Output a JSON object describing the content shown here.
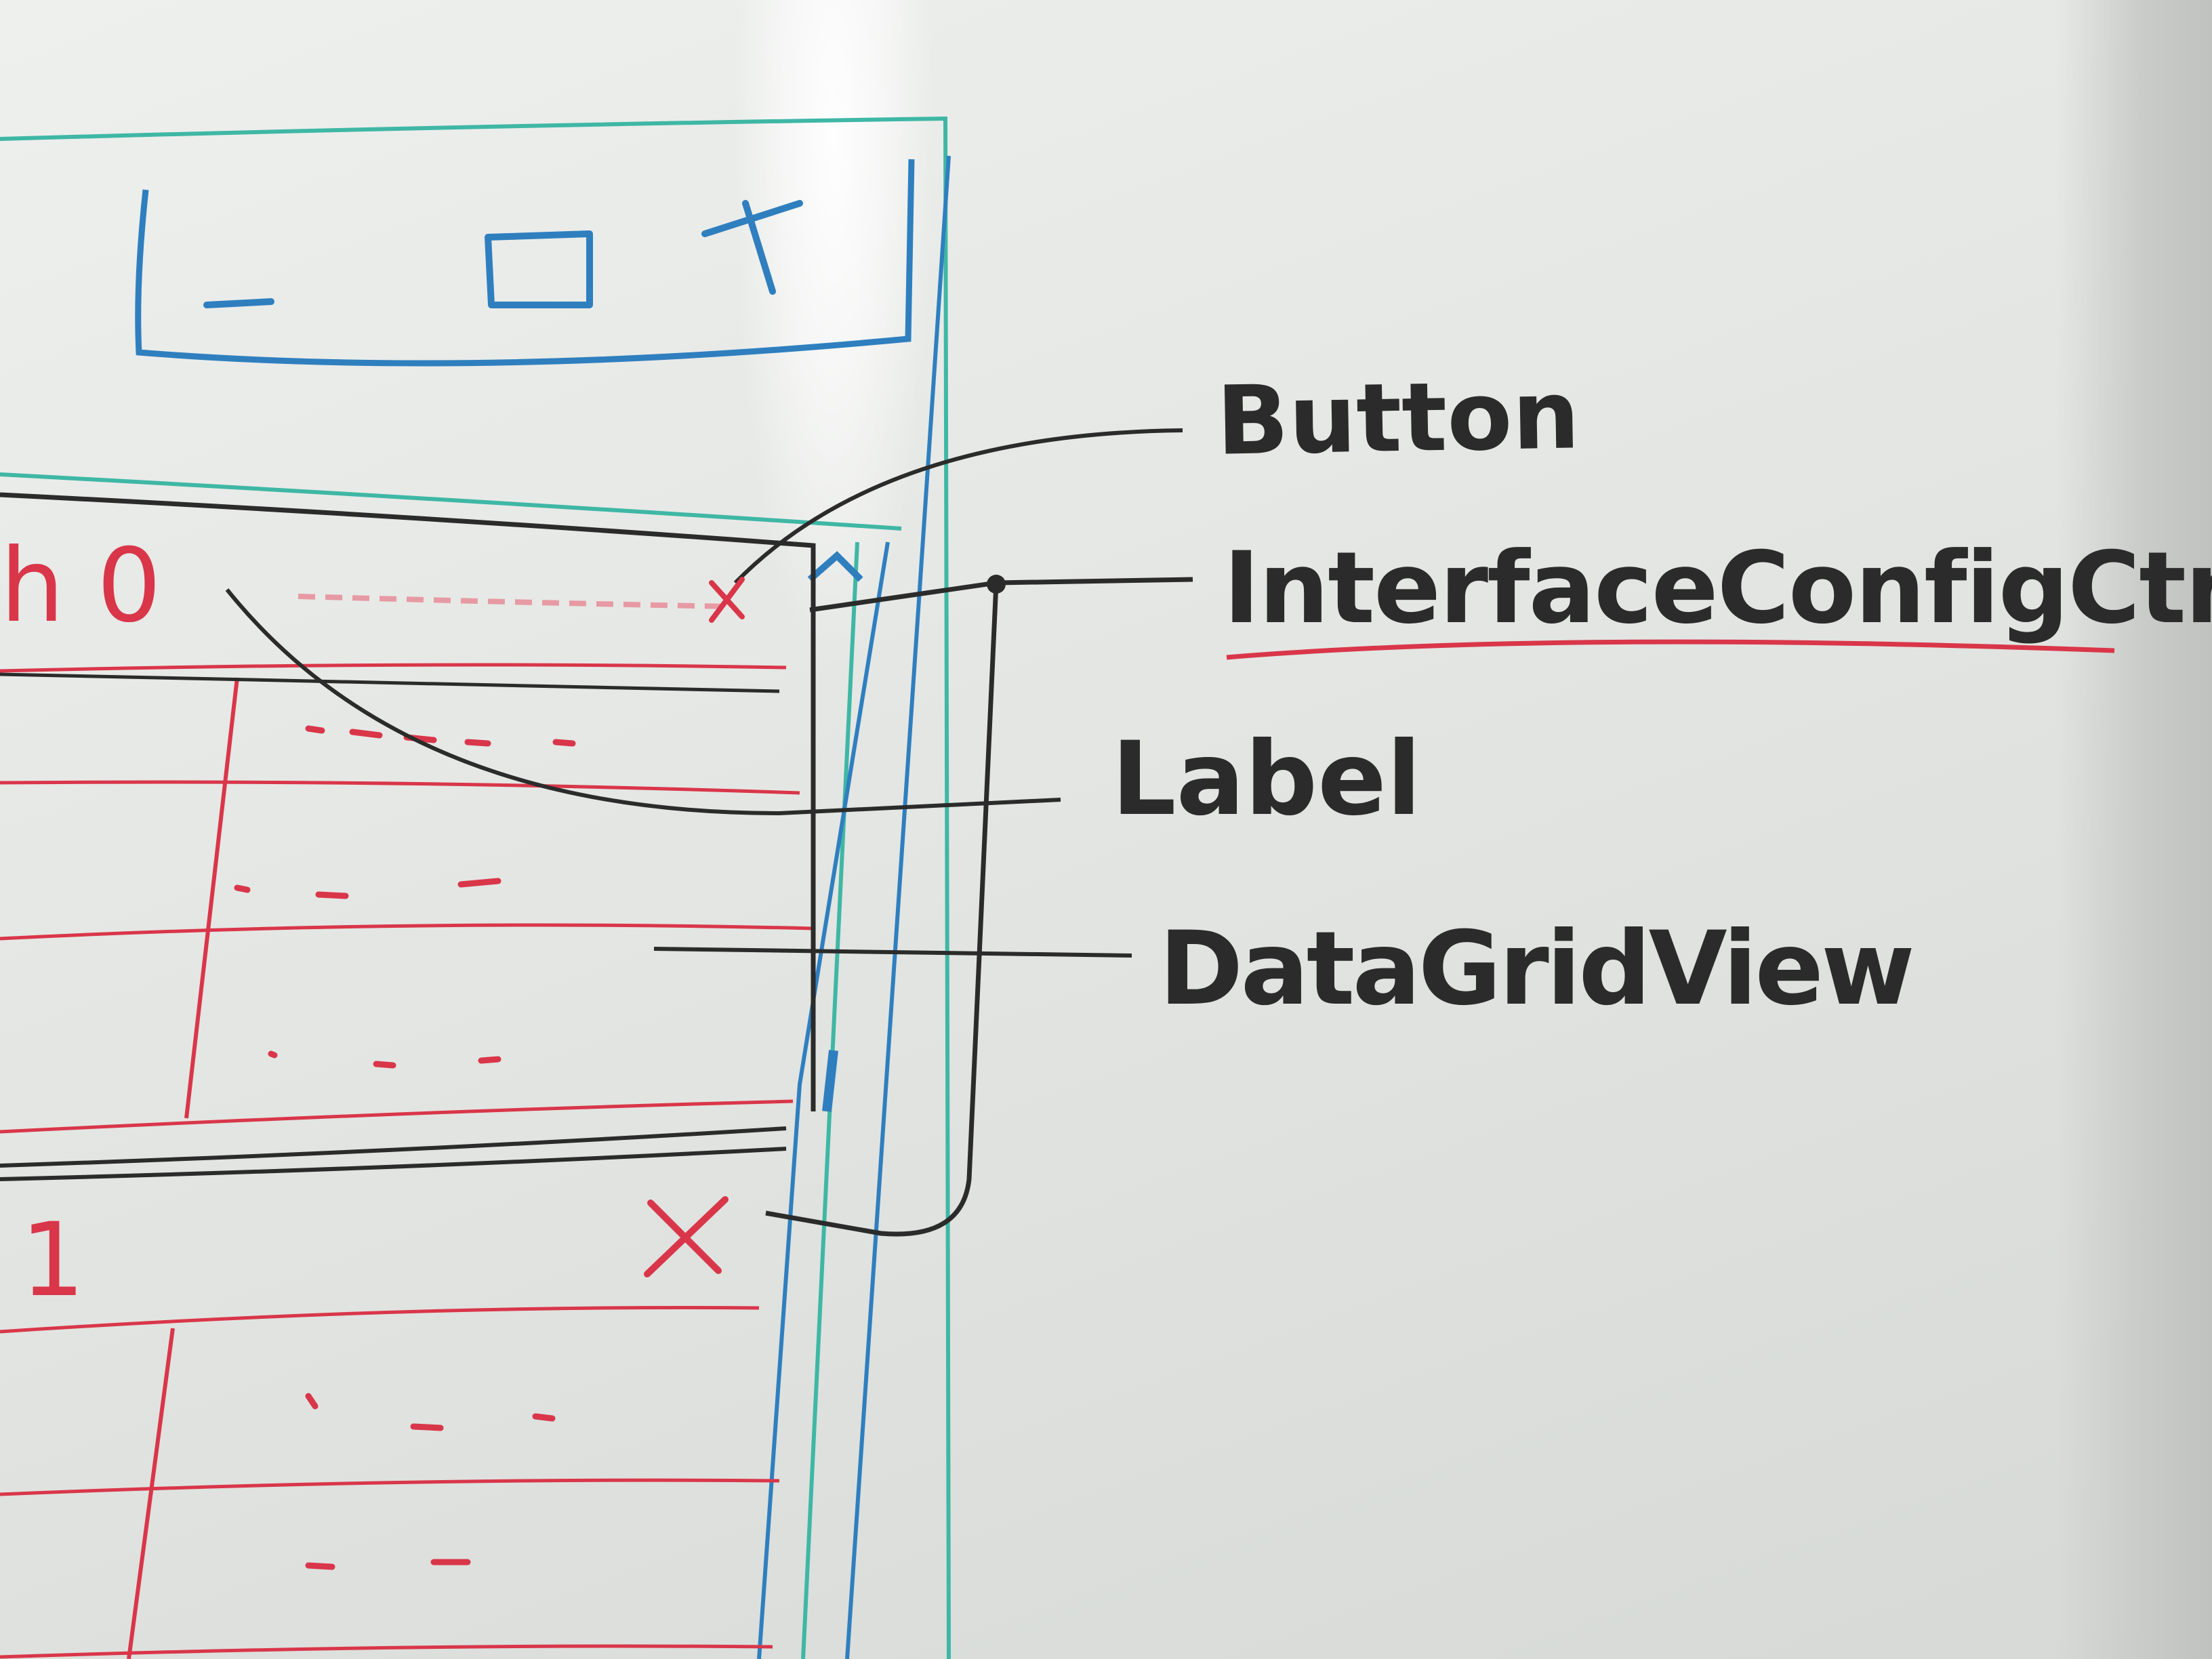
{
  "annotations": {
    "button": "Button",
    "interface_ctrl": "InterfaceConfigCtrl",
    "label": "Label",
    "datagrid": "DataGridView"
  },
  "sketch": {
    "window_controls": "_ □ X",
    "row0_label": "h 0",
    "row1_label": "1",
    "close_mark_top": "×",
    "close_mark_bottom": "×"
  },
  "colors": {
    "marker_black": "#2b2b2b",
    "marker_red": "#d9364a",
    "marker_blue": "#2f7fbf",
    "marker_teal": "#3fb7a5"
  }
}
